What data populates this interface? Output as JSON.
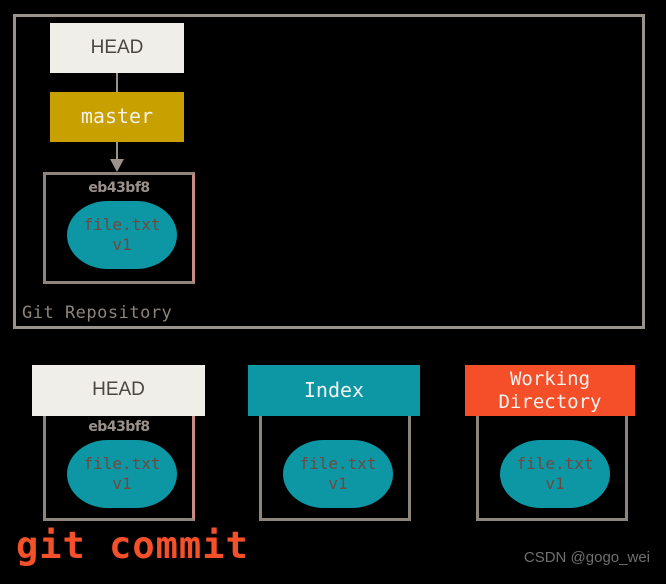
{
  "diagram": {
    "background_color": "#000000",
    "title_command": "git commit",
    "watermark": "CSDN @gogo_wei",
    "colors": {
      "head_box": "#f0eee8",
      "master_box": "#c8a000",
      "index_box": "#0d97a4",
      "working_directory_box": "#f44f28",
      "blob_fill": "#0d97a4",
      "frame_border": "#9b938a",
      "command_text": "#f4502a",
      "blob_text": "#6d4940",
      "hash_text": "#9a918a"
    },
    "repository": {
      "label": "Git Repository",
      "head": {
        "label": "HEAD"
      },
      "branch": {
        "label": "master"
      },
      "commit": {
        "hash": "eb43bf8",
        "blob": {
          "filename": "file.txt",
          "version": "v1"
        }
      }
    },
    "areas": [
      {
        "id": "head",
        "header": "HEAD",
        "header_style": "light",
        "hash": "eb43bf8",
        "blob": {
          "filename": "file.txt",
          "version": "v1"
        }
      },
      {
        "id": "index",
        "header": "Index",
        "header_style": "teal",
        "hash": "",
        "blob": {
          "filename": "file.txt",
          "version": "v1"
        }
      },
      {
        "id": "working-directory",
        "header_line1": "Working",
        "header_line2": "Directory",
        "header_style": "orange",
        "hash": "",
        "blob": {
          "filename": "file.txt",
          "version": "v1"
        }
      }
    ]
  }
}
